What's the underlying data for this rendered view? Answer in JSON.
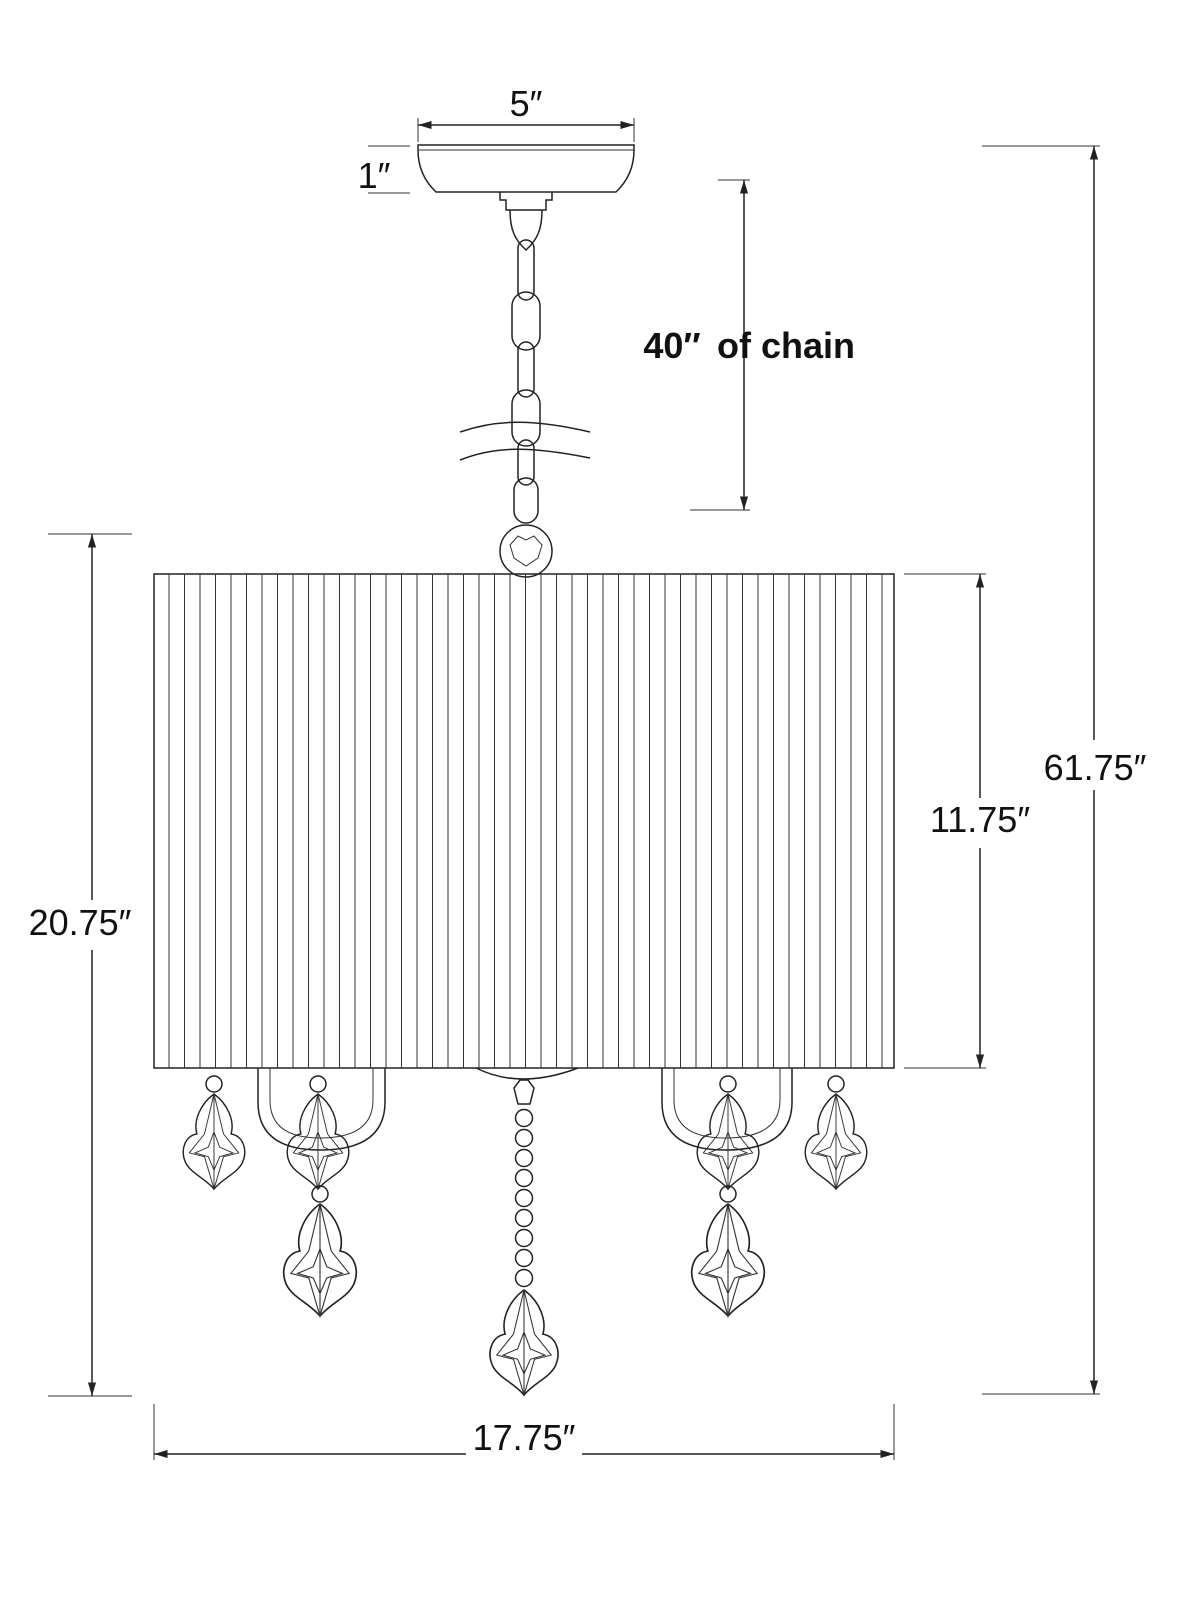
{
  "dimensions": {
    "canopy_width": "5″",
    "canopy_height": "1″",
    "chain_length": "40″",
    "chain_suffix": "of chain",
    "overall_height": "61.75″",
    "shade_height": "11.75″",
    "fixture_height": "20.75″",
    "fixture_width": "17.75″"
  },
  "colors": {
    "line": "#222222",
    "text": "#111111",
    "background": "#ffffff"
  }
}
